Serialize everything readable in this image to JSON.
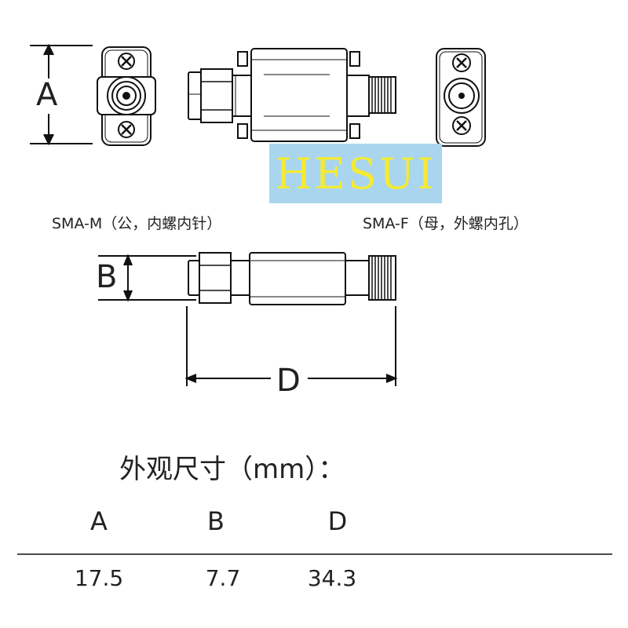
{
  "labels": {
    "dim_a": "A",
    "dim_b": "B",
    "dim_d": "D",
    "sma_m": "SMA-M（公，内螺内针）",
    "sma_f": "SMA-F（母，外螺内孔）",
    "watermark": "HESUI"
  },
  "dimensions": {
    "title": "外观尺寸（mm）：",
    "headers": [
      "A",
      "B",
      "D"
    ],
    "values": [
      "17.5",
      "7.7",
      "34.3"
    ]
  }
}
